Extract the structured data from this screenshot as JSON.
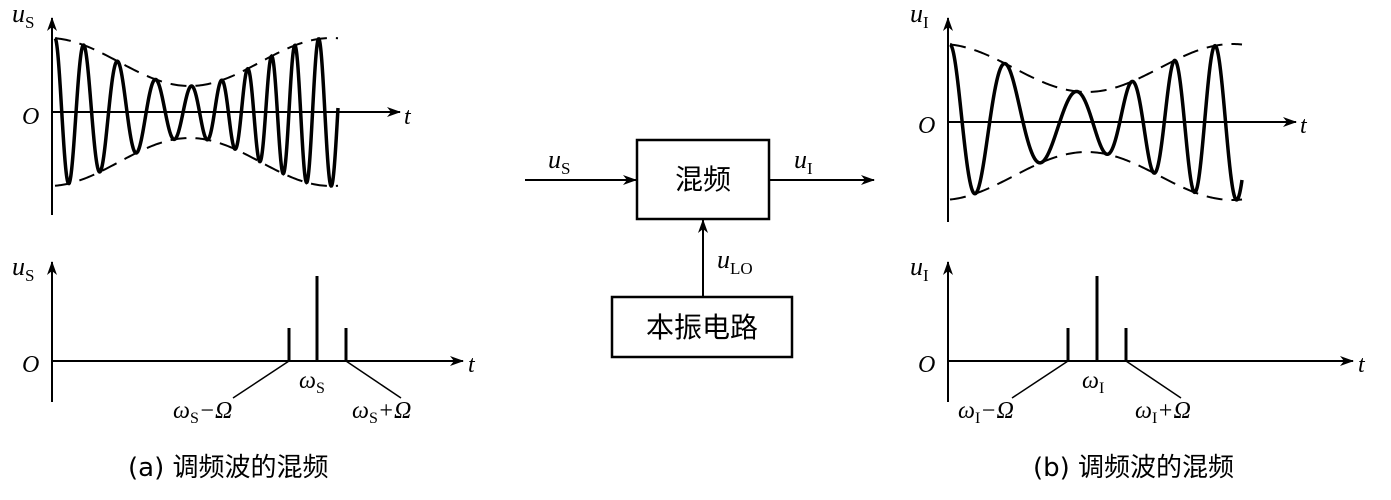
{
  "panel_a": {
    "wave_axis": {
      "y_var": "u",
      "y_sub": "S",
      "x_label": "t",
      "origin": "O"
    },
    "spec_axis": {
      "y_var": "u",
      "y_sub": "S",
      "x_label": "t",
      "origin": "O"
    },
    "lower_label": {
      "sym": "ω",
      "sub": "S",
      "op": "−Ω"
    },
    "center_label": {
      "sym": "ω",
      "sub": "S"
    },
    "upper_label": {
      "sym": "ω",
      "sub": "S",
      "op": "+Ω"
    },
    "caption": "(a) 调频波的混频"
  },
  "panel_b": {
    "wave_axis": {
      "y_var": "u",
      "y_sub": "I",
      "x_label": "t",
      "origin": "O"
    },
    "spec_axis": {
      "y_var": "u",
      "y_sub": "I",
      "x_label": "t",
      "origin": "O"
    },
    "lower_label": {
      "sym": "ω",
      "sub": "I",
      "op": "−Ω"
    },
    "center_label": {
      "sym": "ω",
      "sub": "I"
    },
    "upper_label": {
      "sym": "ω",
      "sub": "I",
      "op": "+Ω"
    },
    "caption": "(b) 调频波的混频"
  },
  "block": {
    "input": {
      "var": "u",
      "sub": "S"
    },
    "output": {
      "var": "u",
      "sub": "I"
    },
    "lo": {
      "var": "u",
      "sub": "LO"
    },
    "mixer_label": "混频",
    "oscillator_label": "本振电路"
  }
}
